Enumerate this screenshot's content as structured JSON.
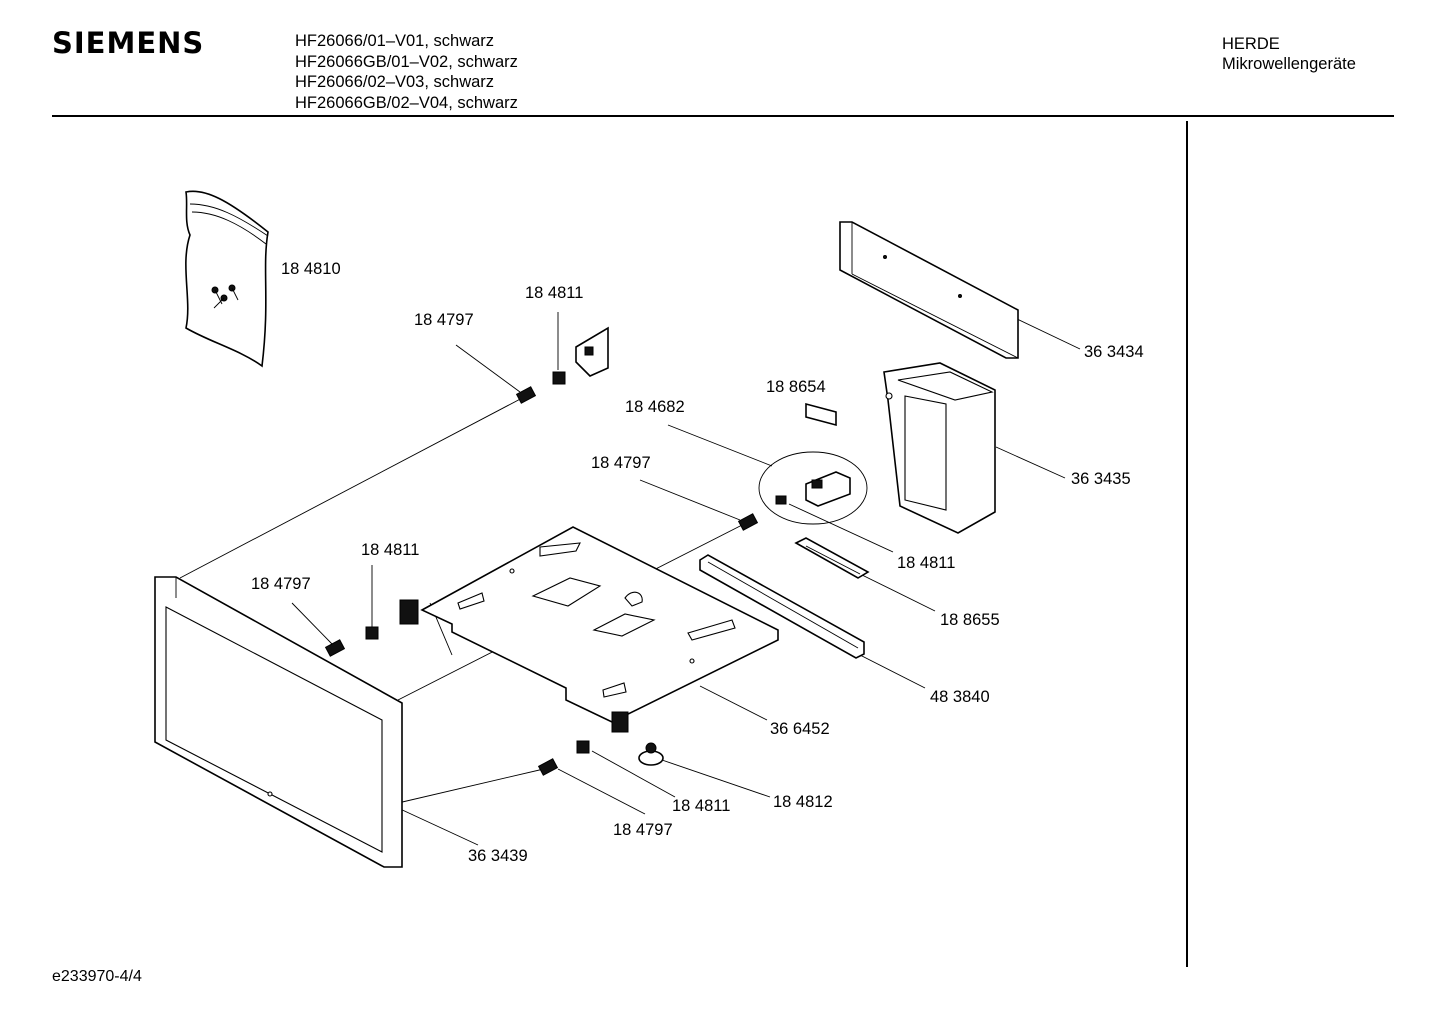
{
  "header": {
    "brand": "SIEMENS",
    "models": [
      "HF26066/01–V01, schwarz",
      "HF26066GB/01–V02, schwarz",
      "HF26066/02–V03, schwarz",
      "HF26066GB/02–V04, schwarz"
    ],
    "category": [
      "HERDE",
      "Mikrowellengeräte"
    ]
  },
  "parts": {
    "p184810": "18 4810",
    "p184811_a": "18 4811",
    "p184797_a": "18 4797",
    "p363434": "36 3434",
    "p188654": "18 8654",
    "p184682": "18 4682",
    "p363435": "36 3435",
    "p184797_b": "18 4797",
    "p184811_b": "18 4811",
    "p184811_c": "18 4811",
    "p184797_c": "18 4797",
    "p188655": "18 8655",
    "p483840": "48 3840",
    "p366452": "36 6452",
    "p184812": "18 4812",
    "p184811_d": "18 4811",
    "p184797_d": "18 4797",
    "p363439": "36 3439"
  },
  "footer": {
    "code": "e233970-4/4"
  }
}
